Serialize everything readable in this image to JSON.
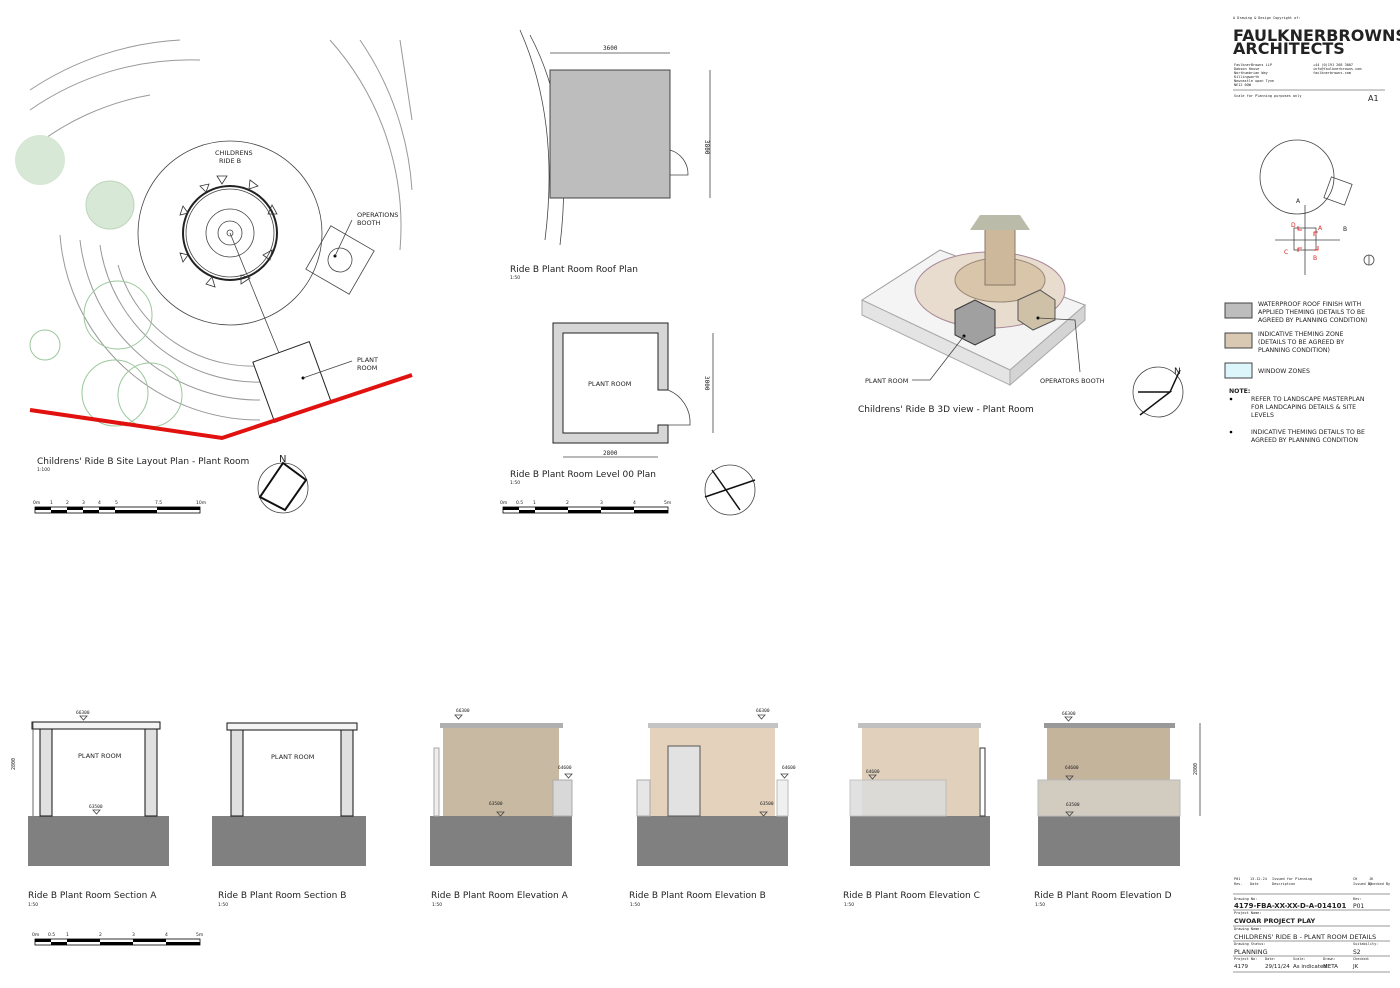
{
  "site_plan": {
    "title": "Childrens' Ride B Site Layout Plan - Plant Room",
    "scale": "1:100",
    "ride_label_1": "CHILDRENS",
    "ride_label_2": "RIDE B",
    "booth_label_1": "OPERATIONS",
    "booth_label_2": "BOOTH",
    "plant_label_1": "PLANT",
    "plant_label_2": "ROOM",
    "north": "N",
    "scale_ticks": [
      "0m",
      "1",
      "2",
      "3",
      "4",
      "5",
      "7.5",
      "10m"
    ]
  },
  "roof_plan": {
    "title": "Ride B Plant Room Roof Plan",
    "scale": "1:50",
    "dim_width": "3600",
    "dim_depth": "3800"
  },
  "level_plan": {
    "title": "Ride B Plant Room Level 00 Plan",
    "scale": "1:50",
    "room_label": "PLANT ROOM",
    "dim_width": "2800",
    "dim_depth": "3000",
    "scale_ticks": [
      "0m",
      "0.5",
      "1",
      "2",
      "3",
      "4",
      "5m"
    ]
  },
  "view_3d": {
    "title": "Childrens' Ride B 3D view - Plant Room",
    "plant_label": "PLANT ROOM",
    "booth_label": "OPERATORS BOOTH",
    "north": "N"
  },
  "key_plan": {
    "labels": [
      "A",
      "B",
      "C",
      "D"
    ]
  },
  "legend": {
    "items": [
      {
        "text": [
          "WATERPROOF ROOF FINISH WITH",
          "APPLIED THEMING (DETAILS TO BE",
          "AGREED BY PLANNING CONDITION)"
        ],
        "color": "#bdbdbd"
      },
      {
        "text": [
          "INDICATIVE THEMING ZONE",
          "(DETAILS TO BE AGREED BY",
          "PLANNING CONDITION)"
        ],
        "color": "#d9c9b2"
      },
      {
        "text": [
          "WINDOW ZONES"
        ],
        "color": "#dcf6fb"
      }
    ],
    "note_title": "NOTE:",
    "notes": [
      [
        "REFER TO LANDSCAPE MASTERPLAN",
        "FOR LANDCAPING DETAILS & SITE",
        "LEVELS"
      ],
      [
        "INDICATIVE THEMING DETAILS TO BE",
        "AGREED BY PLANNING CONDITION"
      ]
    ]
  },
  "sections": [
    {
      "title": "Ride B Plant Room Section A",
      "scale": "1:50",
      "room": "PLANT ROOM",
      "top_level": "66300",
      "floor_level": "63500",
      "dim": "2800"
    },
    {
      "title": "Ride B Plant Room Section B",
      "scale": "1:50",
      "room": "PLANT ROOM"
    },
    {
      "title": "Ride B Plant Room Elevation A",
      "scale": "1:50",
      "top_level": "66300",
      "mid_level": "64600",
      "floor_level": "63500"
    },
    {
      "title": "Ride B Plant Room Elevation B",
      "scale": "1:50",
      "top_level": "66300",
      "mid_level": "64600",
      "floor_level": "63500"
    },
    {
      "title": "Ride B Plant Room Elevation C",
      "scale": "1:50",
      "mid_level": "64600"
    },
    {
      "title": "Ride B Plant Room Elevation D",
      "scale": "1:50",
      "top_level": "66300",
      "mid_level": "64600",
      "floor_level": "63500",
      "dim": "2800"
    }
  ],
  "bottom_scale_ticks": [
    "0m",
    "0.5",
    "1",
    "2",
    "3",
    "4",
    "5m"
  ],
  "header": {
    "copyright": "A Drawing & Design Copyright of:",
    "firm_1": "FAULKNERBROWNS",
    "firm_2": "ARCHITECTS",
    "address": [
      "FaulknerBrowns LLP",
      "Dobson House",
      "Northumbrian Way",
      "Killingworth",
      "Newcastle upon Tyne",
      "NE12 0QW"
    ],
    "contact": [
      "+44 (0)191 268 3007",
      "info@faulknerbrowns.com",
      "faulknerbrowns.com"
    ],
    "scale_note": "Scale for Planning purposes only",
    "sheet": "A1"
  },
  "title_block": {
    "rev": "P01",
    "rev_date": "13.12.24",
    "rev_desc": "Issued for Planning",
    "rev_by": "CH",
    "rev_chk": "JK",
    "rev_headers": [
      "Rev.",
      "Date",
      "Description",
      "Issued By",
      "Checked By"
    ],
    "drawing_no_label": "Drawing No:",
    "drawing_no": "4179-FBA-XX-XX-D-A-014101",
    "rev_label": "Rev:",
    "rev_value": "P01",
    "project_label": "Project Name:",
    "project": "CWOAR PROJECT PLAY",
    "drawing_label": "Drawing Name:",
    "drawing": "CHILDRENS' RIDE B - PLANT ROOM DETAILS",
    "status_label": "Drawing Status:",
    "status": "PLANNING",
    "suit_label": "Suitability:",
    "suit": "S2",
    "pno_label": "Project No:",
    "pno": "4179",
    "date_label": "Date:",
    "date": "29/11/24",
    "scale_label": "Scale:",
    "scale": "As indicated",
    "drawn_label": "Drawn:",
    "drawn": "META",
    "checked_label": "Checked:",
    "checked": "JK"
  }
}
